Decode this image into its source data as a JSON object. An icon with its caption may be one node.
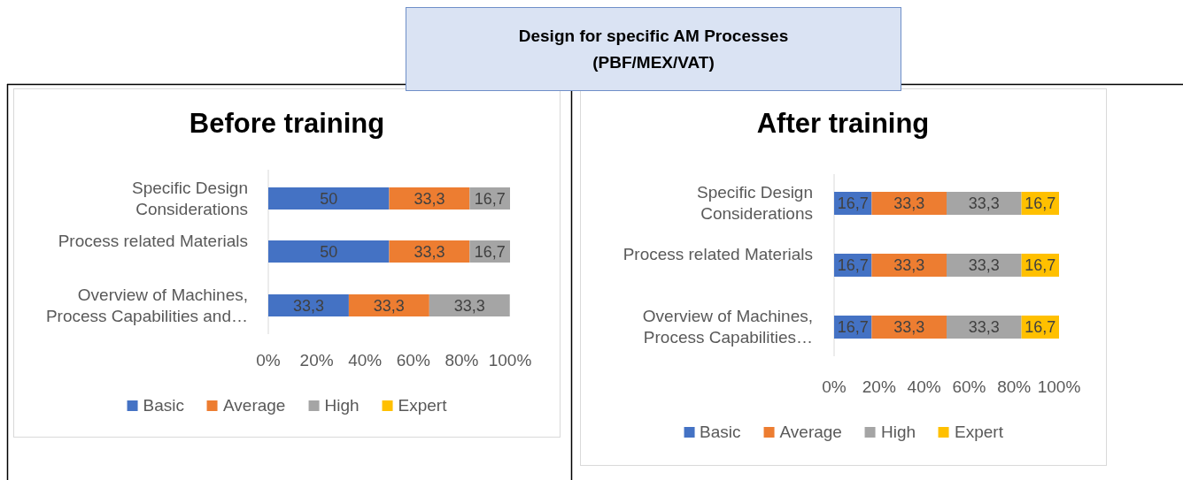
{
  "diagram": {
    "nodes": [
      {
        "text": [
          "Design for specific AM Processes (PBF/MEX/VAT)"
        ]
      }
    ],
    "chart_data": [
      {
        "type": "bar",
        "title": "Before training",
        "orientation": "horizontal",
        "stacked": true,
        "data_labels": true,
        "legend": "bottom",
        "categories": [
          "Specific Design Considerations",
          "Process related Materials",
          "Overview of Machines, Process Capabilities and…"
        ],
        "xlim": [
          0,
          100
        ],
        "xticks": [
          {
            "value": 0,
            "label": "0%"
          },
          {
            "value": 20,
            "label": "20%"
          },
          {
            "value": 40,
            "label": "40%"
          },
          {
            "value": 60,
            "label": "60%"
          },
          {
            "value": 80,
            "label": "80%"
          },
          {
            "value": 100,
            "label": "100%"
          }
        ],
        "series": [
          {
            "name": "Basic",
            "color": "#4472c4",
            "values": [
              50,
              50,
              33.3
            ],
            "value_labels": [
              "50",
              "50",
              "33,3"
            ]
          },
          {
            "name": "Average",
            "color": "#ed7d31",
            "values": [
              33.3,
              33.3,
              33.3
            ],
            "value_labels": [
              "33,3",
              "33,3",
              "33,3"
            ]
          },
          {
            "name": "High",
            "color": "#a5a5a5",
            "values": [
              16.7,
              16.7,
              33.3
            ],
            "value_labels": [
              "16,7",
              "16,7",
              "33,3"
            ]
          },
          {
            "name": "Expert",
            "color": "#ffc000",
            "values": [
              null,
              null,
              null
            ]
          }
        ]
      },
      {
        "type": "bar",
        "title": "After training",
        "orientation": "horizontal",
        "stacked": true,
        "data_labels": true,
        "legend": "bottom",
        "categories": [
          "Specific Design Considerations",
          "Process related Materials",
          "Overview of Machines, Process Capabilities…"
        ],
        "xlim": [
          0,
          100
        ],
        "xticks": [
          {
            "value": 0,
            "label": "0%"
          },
          {
            "value": 20,
            "label": "20%"
          },
          {
            "value": 40,
            "label": "40%"
          },
          {
            "value": 60,
            "label": "60%"
          },
          {
            "value": 80,
            "label": "80%"
          },
          {
            "value": 100,
            "label": "100%"
          }
        ],
        "series": [
          {
            "name": "Basic",
            "color": "#4472c4",
            "values": [
              16.7,
              16.7,
              16.7
            ],
            "value_labels": [
              "16,7",
              "16,7",
              "16,7"
            ]
          },
          {
            "name": "Average",
            "color": "#ed7d31",
            "values": [
              33.3,
              33.3,
              33.3
            ],
            "value_labels": [
              "33,3",
              "33,3",
              "33,3"
            ]
          },
          {
            "name": "High",
            "color": "#a5a5a5",
            "values": [
              33.3,
              33.3,
              33.3
            ],
            "value_labels": [
              "33,3",
              "33,3",
              "33,3"
            ]
          },
          {
            "name": "Expert",
            "color": "#ffc000",
            "values": [
              16.7,
              16.7,
              16.7
            ],
            "value_labels": [
              "16,7",
              "16,7",
              "16,7"
            ]
          }
        ]
      }
    ]
  }
}
